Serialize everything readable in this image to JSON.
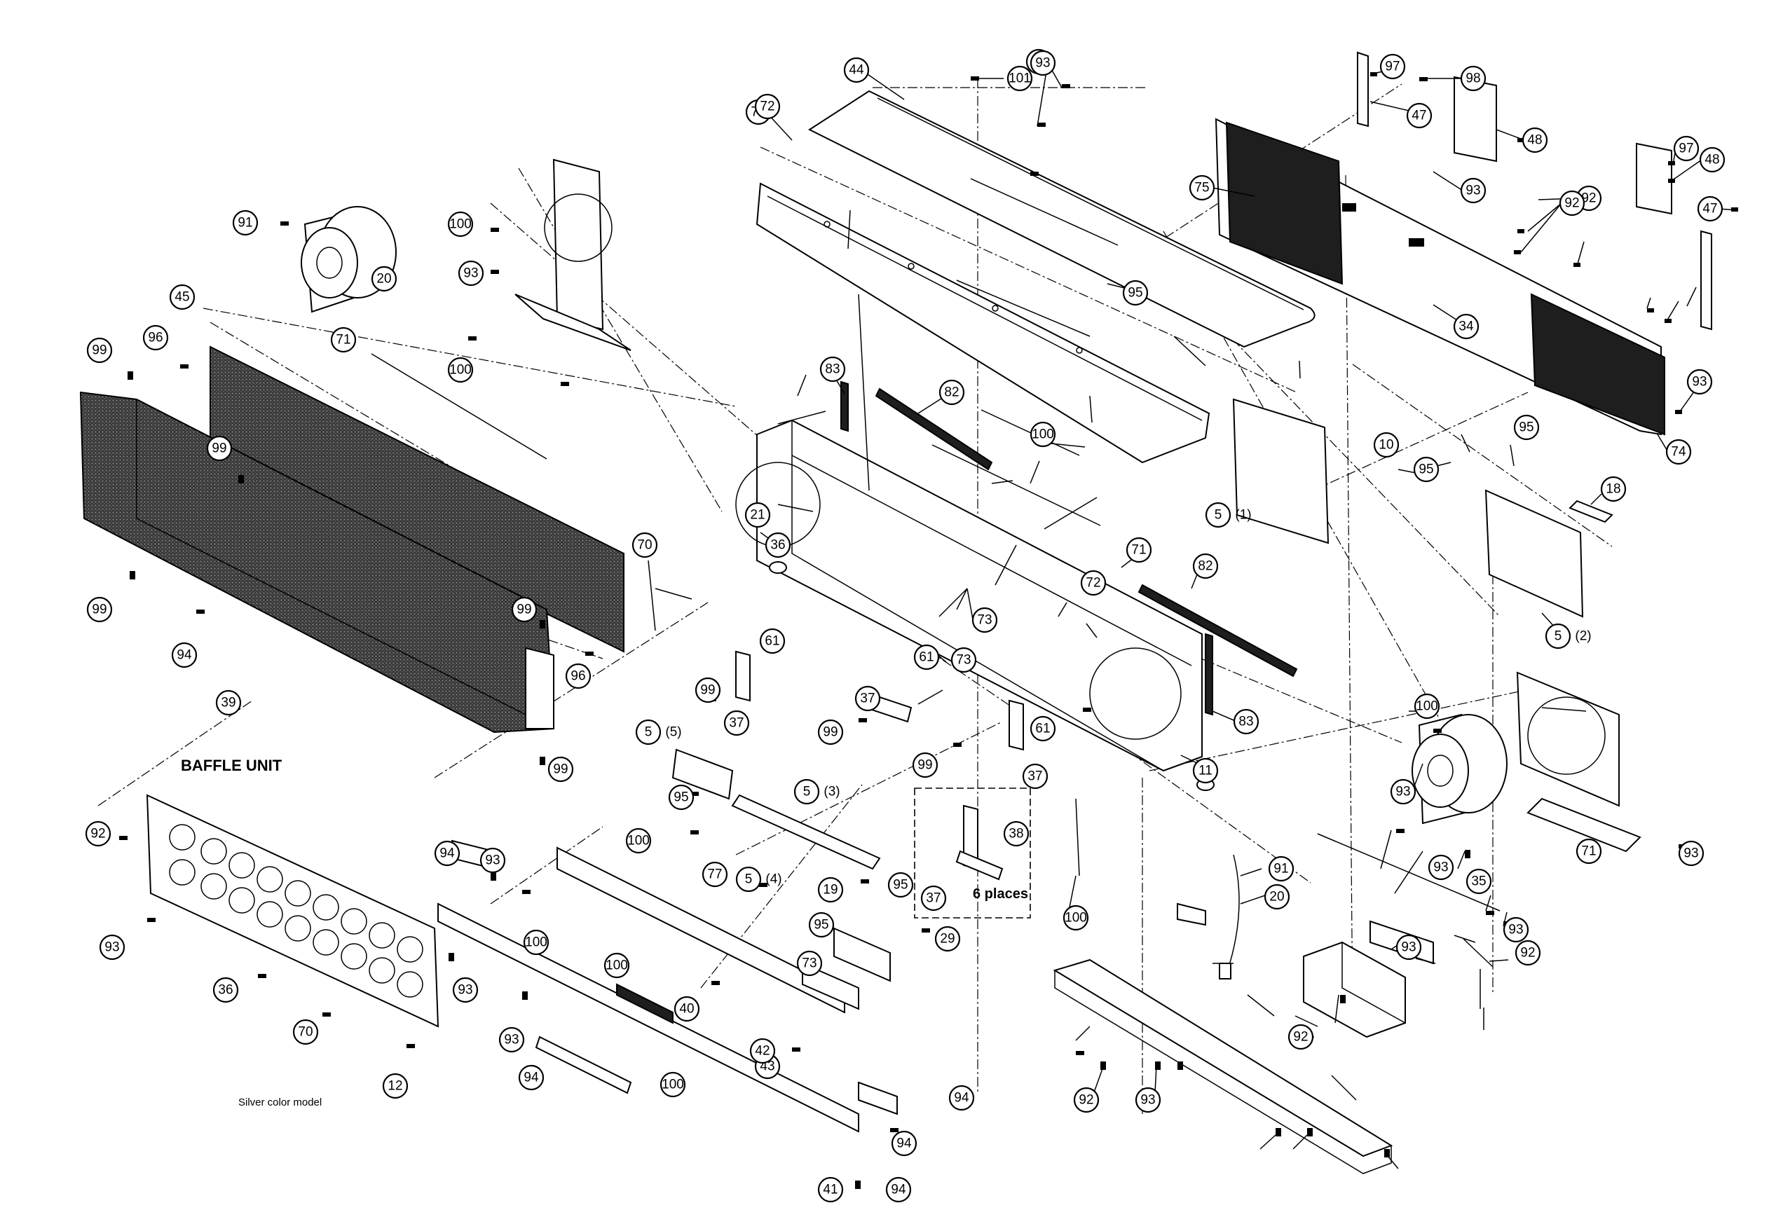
{
  "labels": {
    "baffle_unit": "BAFFLE UNIT",
    "silver_model": "Silver color model",
    "six_places": "6 places"
  },
  "callouts": [
    "101",
    "44",
    "72",
    "93",
    "97",
    "98",
    "47",
    "48",
    "75",
    "92",
    "97",
    "48",
    "93",
    "93",
    "92",
    "47",
    "34",
    "74",
    "93",
    "95",
    "91",
    "100",
    "20",
    "93",
    "100",
    "71",
    "45",
    "96",
    "99",
    "99",
    "72",
    "83",
    "82",
    "100",
    "21",
    "36",
    "70",
    "71",
    "72",
    "73",
    "73",
    "82",
    "83",
    "10",
    "95",
    "95",
    "18",
    "5 (1)",
    "5 (2)",
    "99",
    "94",
    "39",
    "99",
    "96",
    "99",
    "61",
    "99",
    "37",
    "61",
    "37",
    "99",
    "5 (5)",
    "95",
    "100",
    "5 (3)",
    "99",
    "61",
    "37",
    "38",
    "37",
    "95",
    "77",
    "19",
    "5 (4)",
    "95",
    "29",
    "73",
    "100",
    "100",
    "40",
    "100",
    "43",
    "42",
    "94",
    "94",
    "94",
    "41",
    "94",
    "94",
    "93",
    "93",
    "93",
    "92",
    "93",
    "36",
    "70",
    "12",
    "11",
    "100",
    "91",
    "20",
    "100",
    "93",
    "93",
    "35",
    "71",
    "93",
    "93",
    "93",
    "92",
    "92",
    "92",
    "93"
  ],
  "colors": {
    "ink": "#000000",
    "paper": "#ffffff",
    "grille_dark": "#1e1e1e"
  }
}
